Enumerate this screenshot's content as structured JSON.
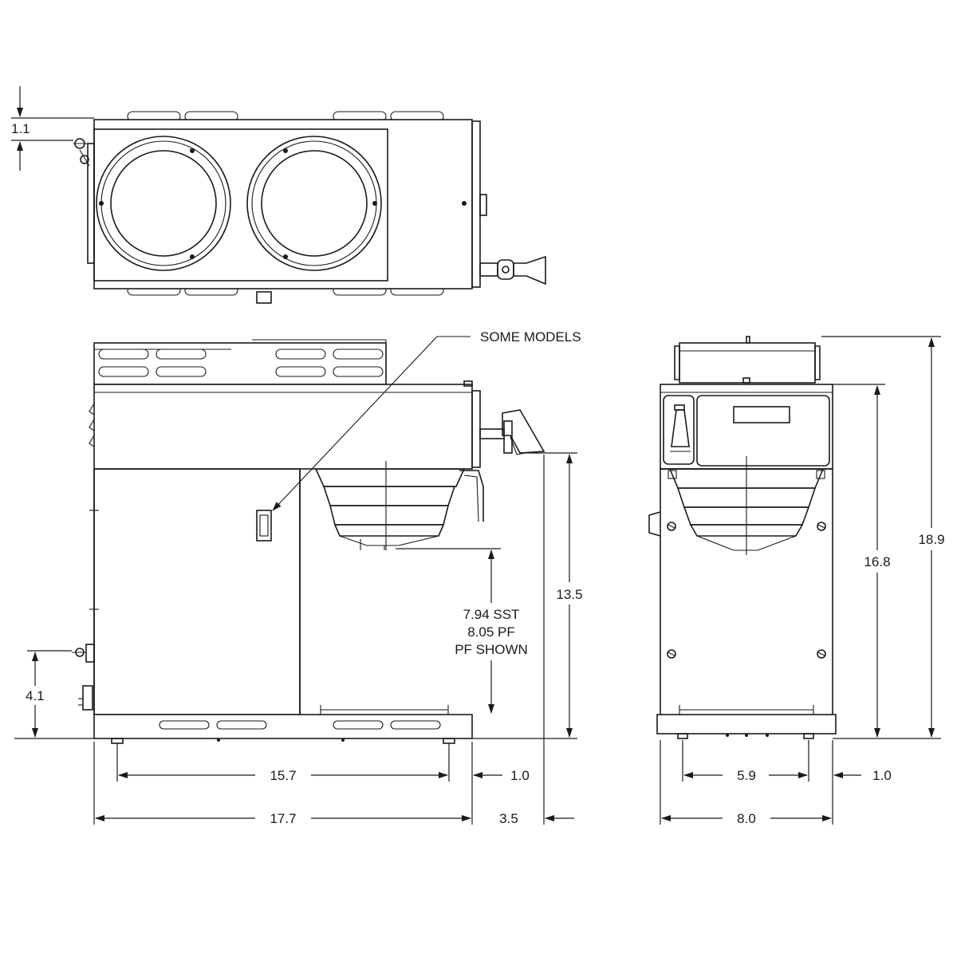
{
  "callouts": {
    "some_models": "SOME MODELS"
  },
  "dimensions": {
    "top_offset": "1.1",
    "side_height_left": "4.1",
    "funnel_clearance_line1": "7.94 SST",
    "funnel_clearance_line2": "8.05 PF",
    "funnel_clearance_line3": "PF SHOWN",
    "faucet_height": "13.5",
    "foot_span_side": "15.7",
    "overhang_side": "1.0",
    "overall_depth": "17.7",
    "faucet_projection": "3.5",
    "front_height_body": "16.8",
    "overall_height": "18.9",
    "foot_span_front": "5.9",
    "overhang_front": "1.0",
    "overall_width": "8.0"
  },
  "colors": {
    "line": "#1a1a1a",
    "background": "#ffffff"
  }
}
